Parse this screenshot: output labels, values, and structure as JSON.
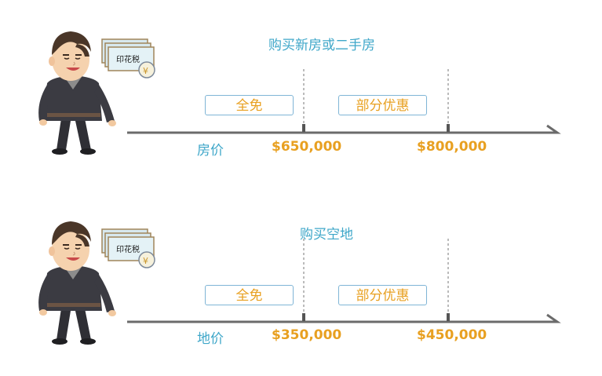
{
  "panels": [
    {
      "title": "购买新房或二手房",
      "axis_label": "房价",
      "badge_free": "全免",
      "badge_partial": "部分优惠",
      "threshold_low": "$650,000",
      "threshold_high": "$800,000",
      "stamp_label": "印花税",
      "coin_symbol": "¥"
    },
    {
      "title": "购买空地",
      "axis_label": "地价",
      "badge_free": "全免",
      "badge_partial": "部分优惠",
      "threshold_low": "$350,000",
      "threshold_high": "$450,000",
      "stamp_label": "印花税",
      "coin_symbol": "¥"
    }
  ],
  "colors": {
    "accent_blue": "#3fa7c9",
    "accent_orange": "#e8a021",
    "axis_gray": "#6b6b6b"
  }
}
